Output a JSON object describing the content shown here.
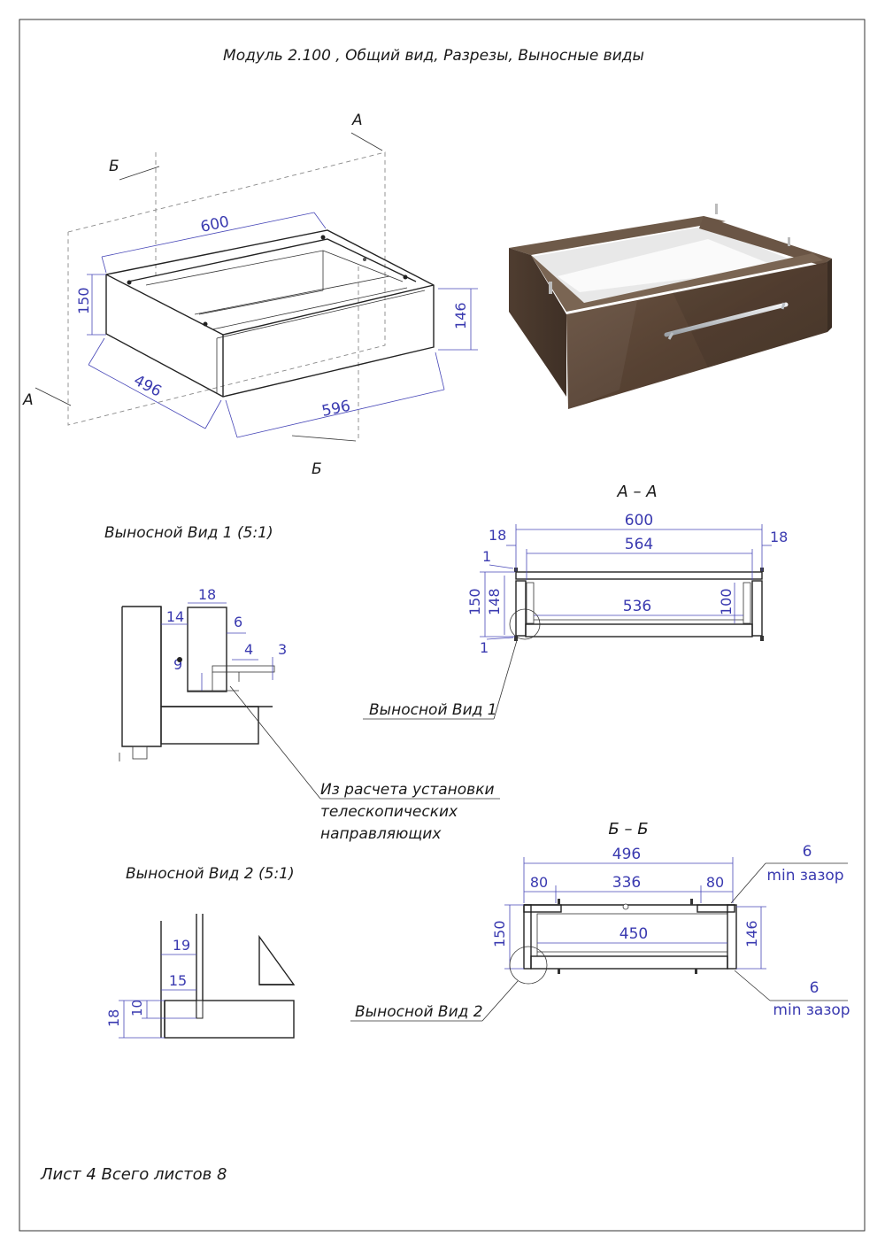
{
  "title": "Модуль 2.100 , Общий вид, Разрезы, Выносные виды",
  "footer": "Лист 4 Всего листов 8",
  "iso": {
    "section_a": "А",
    "section_b": "Б",
    "dims": {
      "width": "600",
      "height": "150",
      "depth": "496",
      "front_width": "596",
      "front_height": "146"
    }
  },
  "section_aa": {
    "label": "А – А",
    "dims": {
      "total": "600",
      "inner": "564",
      "left_side": "18",
      "right_side": "18",
      "top_gap": "1",
      "bottom_gap": "1",
      "height": "150",
      "inner_height": "148",
      "bottom_width": "536",
      "side_height": "100"
    },
    "callout": "Выносной Вид 1"
  },
  "detail1": {
    "label": "Выносной Вид 1 (5:1)",
    "dims": {
      "d18": "18",
      "d14": "14",
      "d6": "6",
      "d4": "4",
      "d3": "3",
      "d9": "9"
    },
    "note": [
      "Из расчета установки",
      "телескопических",
      "направляющих"
    ]
  },
  "section_bb": {
    "label": "Б – Б",
    "dims": {
      "total": "496",
      "left": "80",
      "middle": "336",
      "right": "80",
      "bottom_width": "450",
      "height": "150",
      "front_height": "146"
    },
    "gap_top": {
      "value": "6",
      "text": "min зазор"
    },
    "gap_bottom": {
      "value": "6",
      "text": "min зазор"
    },
    "callout": "Выносной Вид 2"
  },
  "detail2": {
    "label": "Выносной Вид 2 (5:1)",
    "dims": {
      "d19": "19",
      "d15": "15",
      "d18": "18",
      "d10": "10"
    }
  },
  "render": {
    "name": "drawer-module-3d-render",
    "colors": {
      "body": "#5a4536",
      "body_dark": "#3e2f25",
      "body_light": "#75604f",
      "interior": "#f4f4f4",
      "handle": "#cfd2d6"
    }
  }
}
